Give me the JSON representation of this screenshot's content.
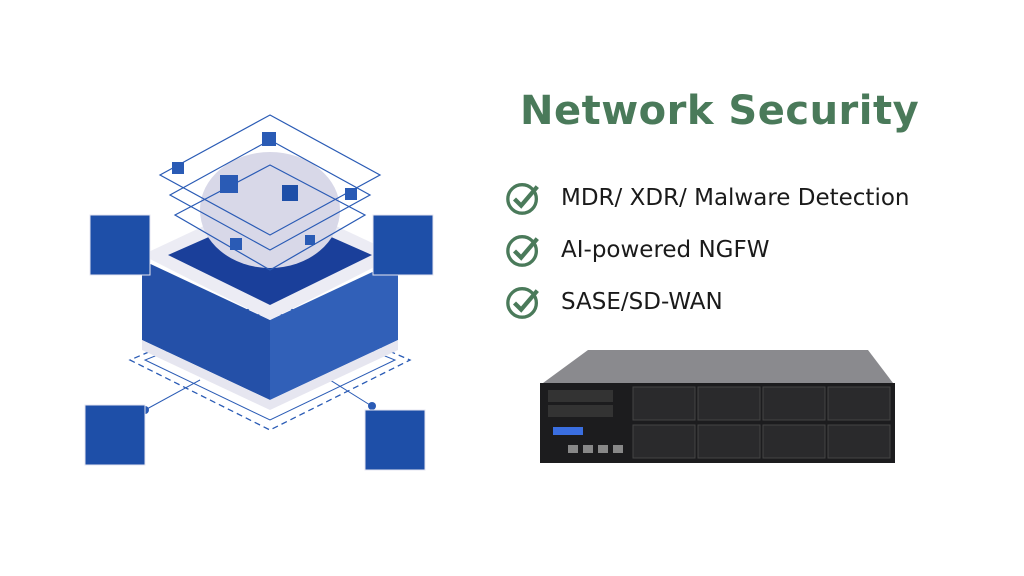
{
  "title": "Network Security",
  "features": [
    {
      "icon": "check-circle-icon",
      "label": "MDR/ XDR/ Malware Detection"
    },
    {
      "icon": "check-circle-icon",
      "label": "AI-powered NGFW"
    },
    {
      "icon": "check-circle-icon",
      "label": "SASE/SD-WAN"
    }
  ],
  "colors": {
    "accent": "#4a7a5a",
    "illustration_blue": "#1e4fa8",
    "brain_gray": "#d8d8e8"
  }
}
